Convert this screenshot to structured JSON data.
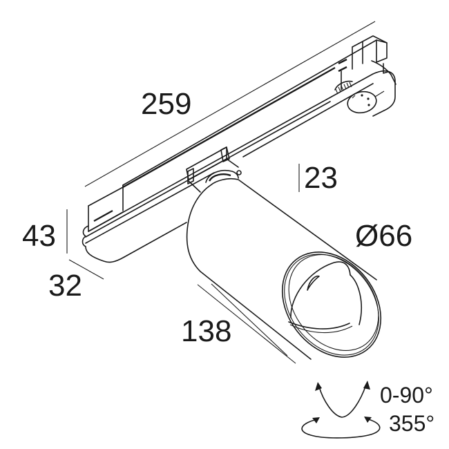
{
  "drawing": {
    "subject": "track-mounted cylindrical spotlight with adapter",
    "line_color": "#1a1a1a",
    "background": "#ffffff"
  },
  "dimensions": {
    "length": "259",
    "adapter_height": "23",
    "height": "43",
    "width": "32",
    "diameter": "Ø66",
    "body_length": "138"
  },
  "rotation": {
    "tilt": "0-90°",
    "rotate": "355°"
  }
}
